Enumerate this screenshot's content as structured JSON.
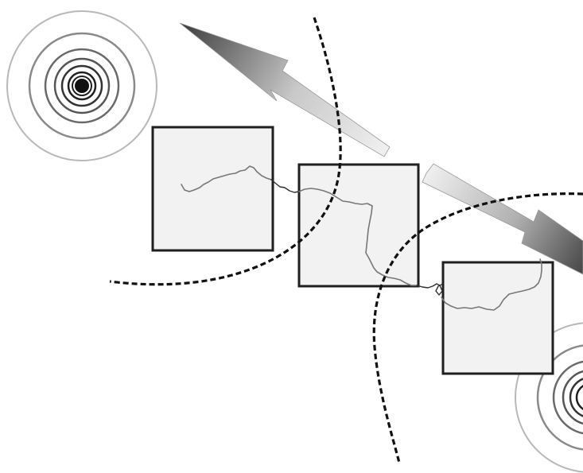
{
  "diagram": {
    "colors": {
      "background": "#ffffff",
      "box_fill": "#f2f2f2",
      "box_stroke": "#1f1f1f",
      "river": "#777777",
      "dashed_boundary": "#111111",
      "ring_dark": "#202020",
      "ring_mid": "#555555",
      "ring_light": "#8a8a8a",
      "ring_pale": "#b8b8b8",
      "arrow_dark": "#3a3a3a",
      "arrow_light": "#f0f0f0"
    },
    "elements": {
      "source_rings": "concentric-rings-source",
      "arrows": "gradient-directional-arrows",
      "panels": "three-map-panels",
      "river": "river-line",
      "boundaries": "dashed-boundaries"
    }
  }
}
